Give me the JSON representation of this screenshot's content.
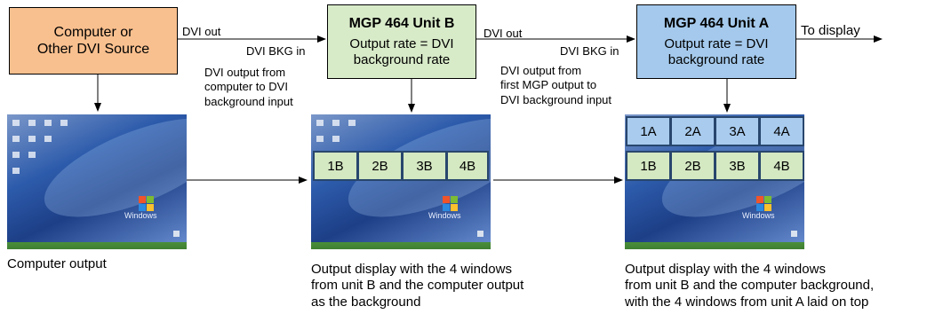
{
  "source_box": {
    "line1": "Computer or",
    "line2": "Other DVI Source"
  },
  "unit_b": {
    "title": "MGP 464  Unit B",
    "line1": "Output rate = DVI",
    "line2": "background rate"
  },
  "unit_a": {
    "title": "MGP 464  Unit A",
    "line1": "Output rate = DVI",
    "line2": "background rate"
  },
  "labels": {
    "dvi_out_1": "DVI out",
    "dvi_bkg_in_1": "DVI BKG in",
    "note_1": [
      "DVI output from",
      "computer to DVI",
      "background input"
    ],
    "dvi_out_2": "DVI out",
    "dvi_bkg_in_2": "DVI BKG in",
    "note_2": [
      "DVI output from",
      "first MGP output to",
      "DVI background input"
    ],
    "to_display": "To display"
  },
  "screens": {
    "unit_b_windows": [
      "1B",
      "2B",
      "3B",
      "4B"
    ],
    "unit_a_top_windows": [
      "1A",
      "2A",
      "3A",
      "4A"
    ],
    "unit_a_bottom_windows": [
      "1B",
      "2B",
      "3B",
      "4B"
    ],
    "logo_text": "Windows"
  },
  "captions": {
    "computer": [
      "Computer output"
    ],
    "unit_b": [
      "Output display with the 4 windows",
      "from unit B and the computer output",
      "as the background"
    ],
    "unit_a": [
      "Output display with the 4 windows",
      "from unit B and the computer background,",
      "with the 4 windows from unit A laid on top"
    ]
  },
  "colors": {
    "source_box": "#f9c08f",
    "unit_b_box": "#d8ebc9",
    "unit_a_box": "#a4c9ec",
    "window_b": "#d4e8c2",
    "window_a": "#a8cbee",
    "window_border": "#28466d"
  }
}
